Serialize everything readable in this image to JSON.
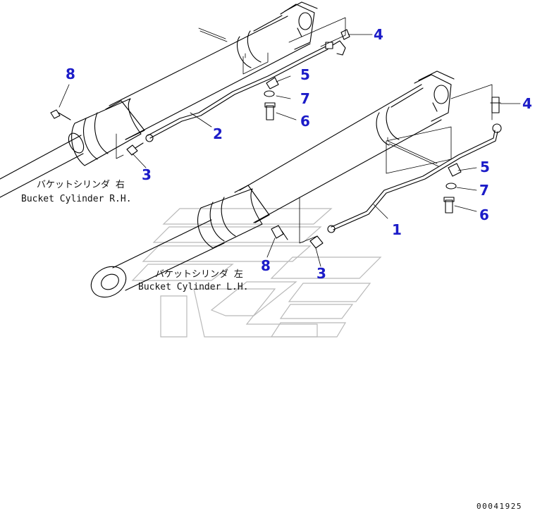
{
  "callouts": {
    "c1": "1",
    "c2": "2",
    "c3a": "3",
    "c3b": "3",
    "c4a": "4",
    "c4b": "4",
    "c5a": "5",
    "c5b": "5",
    "c6a": "6",
    "c6b": "6",
    "c7a": "7",
    "c7b": "7",
    "c8a": "8",
    "c8b": "8"
  },
  "captions": {
    "rh_jp": "バケットシリンダ 右",
    "rh_en": "Bucket Cylinder R.H.",
    "lh_jp": "バケットシリンダ 左",
    "lh_en": "Bucket Cylinder L.H."
  },
  "part_number": "00041925",
  "colors": {
    "callout": "#1c1cc8",
    "line": "#000000",
    "watermark": "#b9b9b9"
  }
}
